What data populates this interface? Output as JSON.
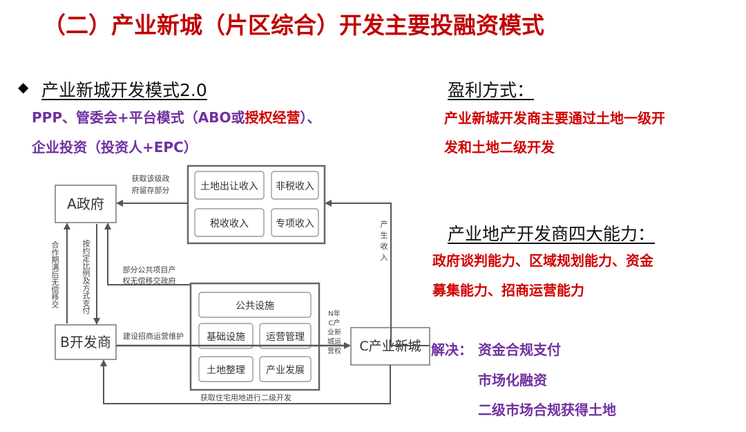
{
  "title": "（二）产业新城（片区综合）开发主要投融资模式",
  "left": {
    "heading": "产业新城开发模式2.0",
    "line1_a": "PPP、管委会+平台模式（ABO或",
    "line1_b": "授权经营",
    "line1_c": "）、",
    "line2": "企业投资（投资人+EPC）"
  },
  "profit": {
    "heading": "盈利方式：",
    "line1": "产业新城开发商主要通过土地一级开",
    "line2": "发和土地二级开发"
  },
  "abilities": {
    "heading": "产业地产开发商四大能力：",
    "line1": "政府谈判能力、区域规划能力、资金",
    "line2": "募集能力、招商运营能力"
  },
  "solution": {
    "label": "解决：",
    "item1": "资金合规支付",
    "item2": "市场化融资",
    "item3": "二级市场合规获得土地"
  },
  "diagram": {
    "gov": "A政府",
    "dev": "B开发商",
    "city": "C产业新城",
    "rev1": "土地出让收入",
    "rev2": "非税收入",
    "rev3": "税收收入",
    "rev4": "专项收入",
    "proj1": "公共设施",
    "proj2": "基础设施",
    "proj3": "运营管理",
    "proj4": "土地整理",
    "proj5": "产业发展",
    "lbl_top_1": "获取该级政",
    "lbl_top_2": "府留存部分",
    "lbl_mid_1": "部分公共项目产",
    "lbl_mid_2": "权无偿移交政府",
    "lbl_build": "建设招商运营维护",
    "lbl_bottom": "获取住宅用地进行二级开发",
    "lbl_left1": [
      "合",
      "作",
      "期",
      "满",
      "后",
      "无",
      "偿",
      "移",
      "交"
    ],
    "lbl_left2": [
      "按",
      "约",
      "定",
      "比",
      "例",
      "及",
      "方",
      "式",
      "支",
      "付"
    ],
    "lbl_right": [
      "产",
      "生",
      "收",
      "入"
    ],
    "lbl_n": [
      "N年",
      "C产",
      "业新",
      "城运",
      "营权"
    ]
  }
}
